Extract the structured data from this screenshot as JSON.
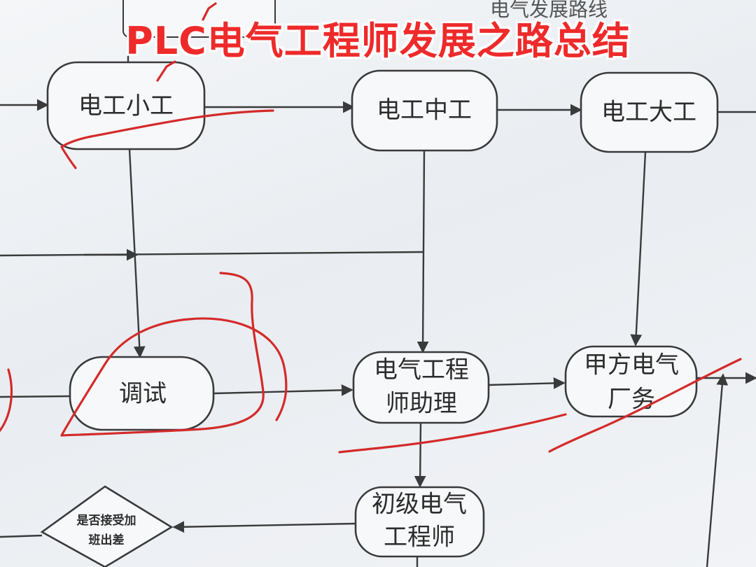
{
  "title": "PLC电气工程师发展之路总结",
  "background_heading": "电气发展路线",
  "nodes": {
    "electrician_junior": "电工小工",
    "electrician_mid": "电工中工",
    "electrician_senior": "电工大工",
    "commissioning": "调试",
    "assistant_engineer_line1": "电气工程",
    "assistant_engineer_line2": "师助理",
    "client_electrical_line1": "甲方电气",
    "client_electrical_line2": "厂务",
    "junior_engineer_line1": "初级电气",
    "junior_engineer_line2": "工程师",
    "decision_line1": "是否接受加",
    "decision_line2": "班出差"
  },
  "colors": {
    "title": "#ee2a2a",
    "annotation_ink": "#d42a2a",
    "node_stroke": "#3a3a3a"
  }
}
